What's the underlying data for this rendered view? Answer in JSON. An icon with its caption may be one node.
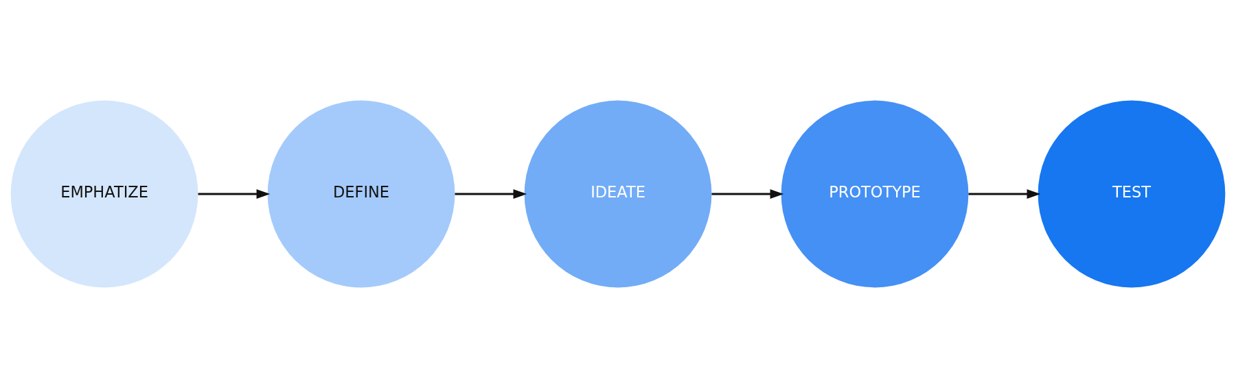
{
  "diagram": {
    "nodes": [
      {
        "text": [
          "EMPHATIZE"
        ]
      },
      {
        "text": [
          "DEFINE"
        ]
      },
      {
        "text": [
          "IDEATE"
        ]
      },
      {
        "text": [
          "PROTOTYPE"
        ]
      },
      {
        "text": [
          "TEST"
        ]
      }
    ],
    "edges": [
      {
        "from": 0,
        "to": 1,
        "arrow": "to"
      },
      {
        "from": 1,
        "to": 2,
        "arrow": "to"
      },
      {
        "from": 2,
        "to": 3,
        "arrow": "to"
      },
      {
        "from": 3,
        "to": 4,
        "arrow": "to"
      }
    ]
  }
}
